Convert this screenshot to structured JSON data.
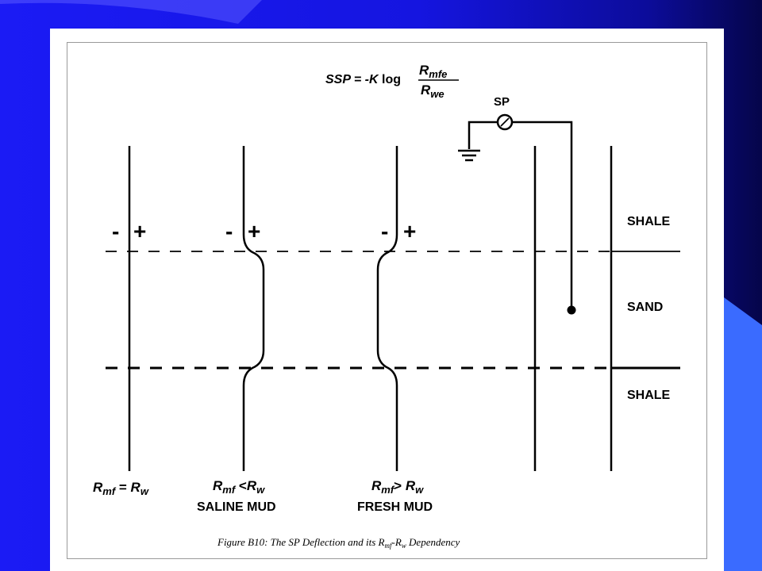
{
  "slide": {
    "background_color": "#1a1aff",
    "panel_color": "#ffffff"
  },
  "formula": {
    "lhs": "SSP = ",
    "coef": "-K",
    "log": " log",
    "num_main": "R",
    "num_sub": "mfe",
    "den_main": "R",
    "den_sub": "we"
  },
  "meter": {
    "label": "SP"
  },
  "signs": {
    "minus": "-",
    "plus": "+"
  },
  "zones": {
    "top": "SHALE",
    "middle": "SAND",
    "bottom": "SHALE"
  },
  "cases": [
    {
      "main1": "R",
      "sub1": "mf",
      "rel": " = ",
      "main2": "R",
      "sub2": "w",
      "name": ""
    },
    {
      "main1": "R",
      "sub1": "mf",
      "rel": " <",
      "main2": "R",
      "sub2": "w",
      "name": "SALINE MUD"
    },
    {
      "main1": "R",
      "sub1": "mf",
      "rel": "> ",
      "main2": "R",
      "sub2": "w",
      "name": "FRESH MUD"
    }
  ],
  "caption": {
    "prefix": "Figure B10:  The SP Deflection and its R",
    "sub1": "mf",
    "mid": "-R",
    "sub2": "w",
    "suffix": " Dependency"
  }
}
